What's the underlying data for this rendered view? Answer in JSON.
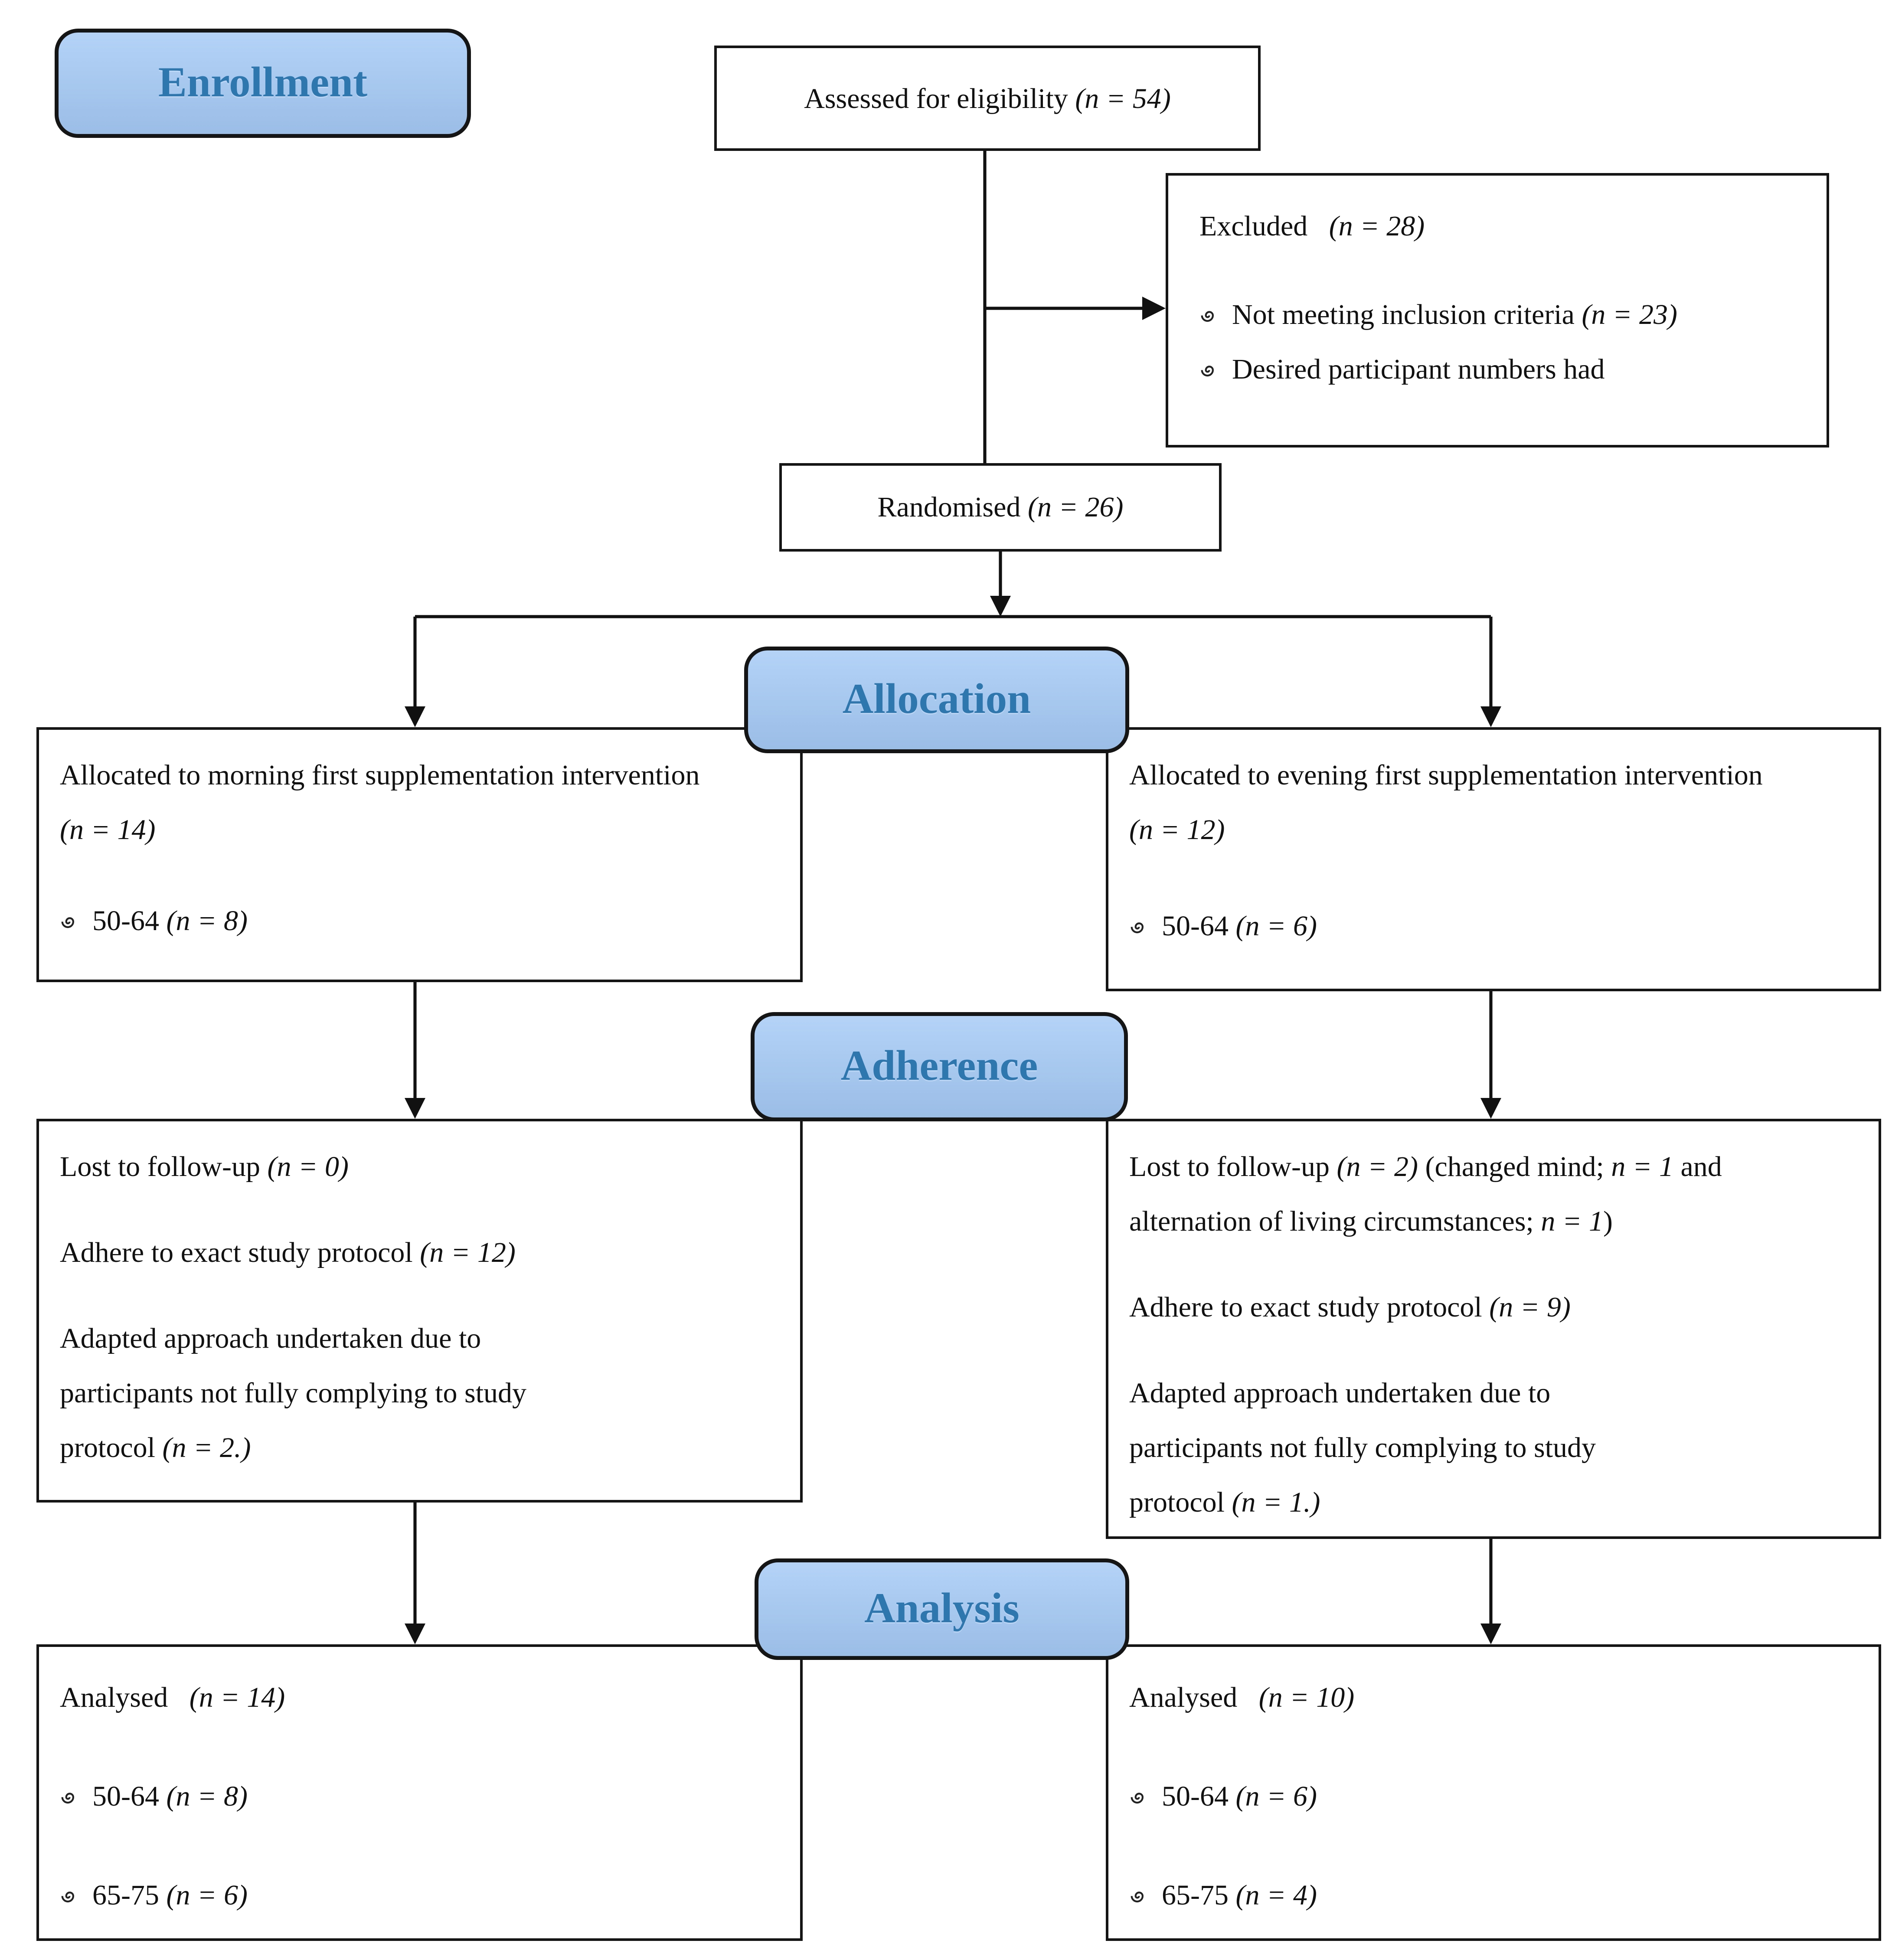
{
  "colors": {
    "badge_fill": "#A4C9F5",
    "badge_border": "#151515",
    "badge_text": "#2E77AE",
    "box_border": "#151515",
    "line": "#111111",
    "text": "#111111",
    "background": "#FFFFFF"
  },
  "bullet_icon": "spiral-bullet",
  "badges": {
    "enrollment": "Enrollment",
    "allocation": "Allocation",
    "adherence": "Adherence",
    "analysis": "Analysis"
  },
  "boxes": {
    "assessed": {
      "line": [
        {
          "t": "Assessed for eligibility "
        },
        {
          "t": "(n = 54)",
          "i": true
        }
      ]
    },
    "excluded": {
      "title": [
        {
          "t": "Excluded  "
        },
        {
          "t": "(n = 28)",
          "i": true
        }
      ],
      "bullets": [
        [
          {
            "t": "Not meeting inclusion criteria "
          },
          {
            "t": "(n = 23)",
            "i": true
          }
        ],
        [
          {
            "t": "Desired participant numbers had"
          }
        ]
      ]
    },
    "randomised": {
      "line": [
        {
          "t": "Randomised "
        },
        {
          "t": "(n = 26)",
          "i": true
        }
      ]
    },
    "allocation_left": {
      "paragraph": [
        {
          "t": "Allocated to morning first supplementation intervention "
        },
        {
          "t": "(n = 14)",
          "i": true
        }
      ],
      "bullets": [
        [
          {
            "t": "50-64 "
          },
          {
            "t": "(n = 8)",
            "i": true
          }
        ]
      ]
    },
    "allocation_right": {
      "paragraph": [
        {
          "t": "Allocated to evening first supplementation intervention "
        },
        {
          "t": "(n = 12)",
          "i": true
        }
      ],
      "bullets": [
        [
          {
            "t": "50-64 "
          },
          {
            "t": "(n = 6)",
            "i": true
          }
        ]
      ]
    },
    "adherence_left": {
      "paragraphs": [
        [
          {
            "t": "Lost to follow-up "
          },
          {
            "t": "(n = 0)",
            "i": true
          }
        ],
        [
          {
            "t": "Adhere to exact study protocol "
          },
          {
            "t": "(n = 12)",
            "i": true
          }
        ],
        [
          {
            "t": "Adapted approach undertaken due to participants not fully complying to study protocol "
          },
          {
            "t": "(n = 2.)",
            "i": true
          }
        ]
      ]
    },
    "adherence_right": {
      "paragraphs": [
        [
          {
            "t": "Lost to follow-up "
          },
          {
            "t": "(n = 2)",
            "i": true
          },
          {
            "t": " (changed mind; "
          },
          {
            "t": "n = 1",
            "i": true
          },
          {
            "t": " and alternation of living circumstances; "
          },
          {
            "t": "n = 1",
            "i": true
          },
          {
            "t": ")"
          }
        ],
        [
          {
            "t": "Adhere to exact study protocol "
          },
          {
            "t": "(n = 9)",
            "i": true
          }
        ],
        [
          {
            "t": "Adapted approach undertaken due to participants not fully complying to study protocol "
          },
          {
            "t": "(n = 1.)",
            "i": true
          }
        ]
      ]
    },
    "analysis_left": {
      "title": [
        {
          "t": "Analysed  "
        },
        {
          "t": "(n = 14)",
          "i": true
        }
      ],
      "bullets": [
        [
          {
            "t": "50-64 "
          },
          {
            "t": "(n = 8)",
            "i": true
          }
        ],
        [
          {
            "t": "65-75 "
          },
          {
            "t": "(n = 6)",
            "i": true
          }
        ]
      ]
    },
    "analysis_right": {
      "title": [
        {
          "t": "Analysed  "
        },
        {
          "t": "(n = 10)",
          "i": true
        }
      ],
      "bullets": [
        [
          {
            "t": "50-64 "
          },
          {
            "t": "(n = 6)",
            "i": true
          }
        ],
        [
          {
            "t": "65-75 "
          },
          {
            "t": "(n = 4)",
            "i": true
          }
        ]
      ]
    }
  }
}
